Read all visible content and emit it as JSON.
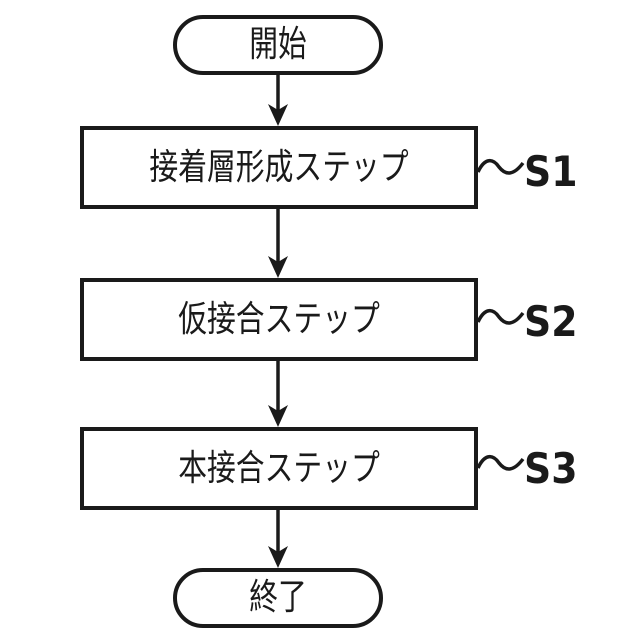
{
  "flowchart": {
    "start_label": "開始",
    "end_label": "終了",
    "steps": [
      {
        "label": "接着層形成ステップ",
        "ref": "S1"
      },
      {
        "label": "仮接合ステップ",
        "ref": "S2"
      },
      {
        "label": "本接合ステップ",
        "ref": "S3"
      }
    ]
  },
  "colors": {
    "line": "#1a1a1a",
    "background": "#ffffff"
  }
}
